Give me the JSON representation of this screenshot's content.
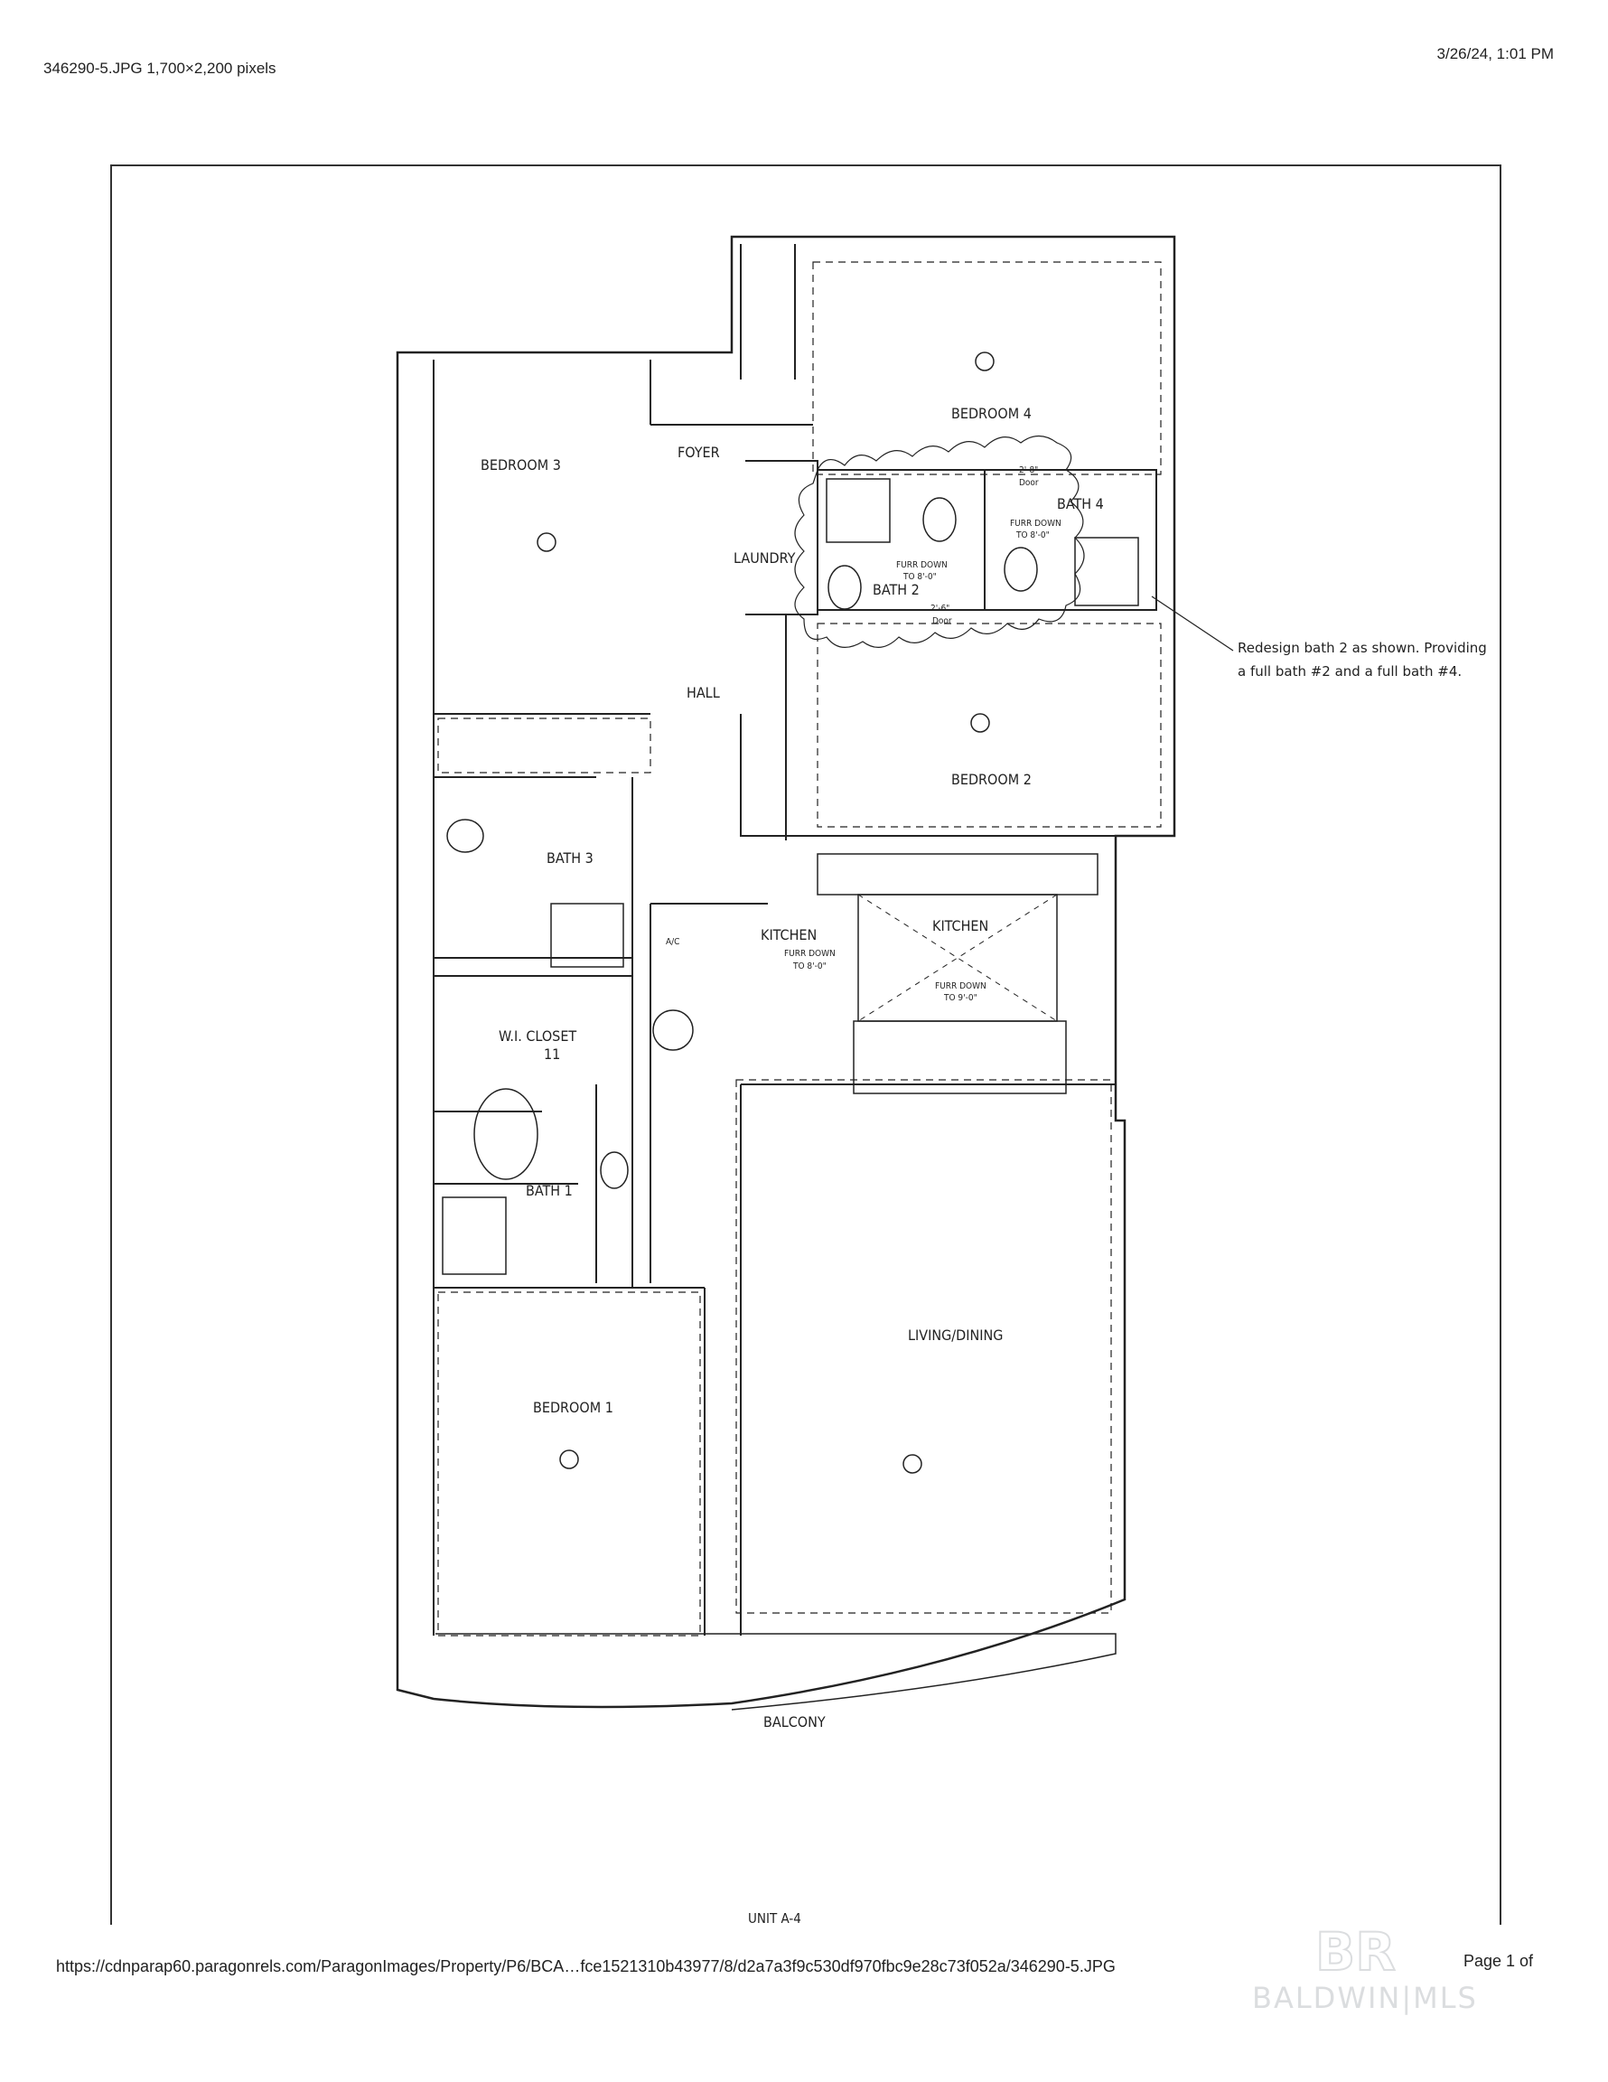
{
  "header": {
    "file_info": "346290-5.JPG 1,700×2,200 pixels",
    "timestamp": "3/26/24, 1:01 PM"
  },
  "footer": {
    "url": "https://cdnparap60.paragonrels.com/ParagonImages/Property/P6/BCA…fce1521310b43977/8/d2a7a3f9c530df970fbc9e28c73f052a/346290-5.JPG",
    "page": "Page 1 of"
  },
  "watermark": {
    "logo_text": "BR",
    "brand": "BALDWIN|MLS"
  },
  "plan": {
    "rooms": {
      "bedroom4": "BEDROOM 4",
      "bedroom3": "BEDROOM 3",
      "foyer": "FOYER",
      "laundry": "LAUNDRY",
      "bath2": "BATH 2",
      "bath4": "BATH 4",
      "hall": "HALL",
      "bedroom2": "BEDROOM 2",
      "bath3": "BATH 3",
      "kitchen_label": "KITCHEN",
      "kitchen_island": "KITCHEN",
      "wi_closet": "W.I. CLOSET",
      "wi_closet_num": "11",
      "bath1": "BATH 1",
      "living_dining": "LIVING/DINING",
      "bedroom1": "BEDROOM 1",
      "balcony": "BALCONY",
      "ac": "A/C"
    },
    "notes": {
      "furr_down_bath2_line1": "FURR DOWN",
      "furr_down_bath2_line2": "TO 8'-0\"",
      "furr_down_bath4_line1": "FURR DOWN",
      "furr_down_bath4_line2": "TO 8'-0\"",
      "furr_down_kitchen_line1": "FURR DOWN",
      "furr_down_kitchen_line2": "TO 8'-0\"",
      "furr_down_island_line1": "FURR DOWN",
      "furr_down_island_line2": "TO 9'-0\"",
      "door_top": "2'-8\"",
      "door_top_word": "Door",
      "door_bottom": "2'-6\"",
      "door_bottom_word": "Door",
      "redesign_line1": "Redesign bath 2 as shown. Providing",
      "redesign_line2": "a full bath #2 and a full bath #4.",
      "unit_label": "UNIT A-4"
    }
  },
  "colors": {
    "ink": "#222222",
    "watermark": "#9aa0a6"
  }
}
